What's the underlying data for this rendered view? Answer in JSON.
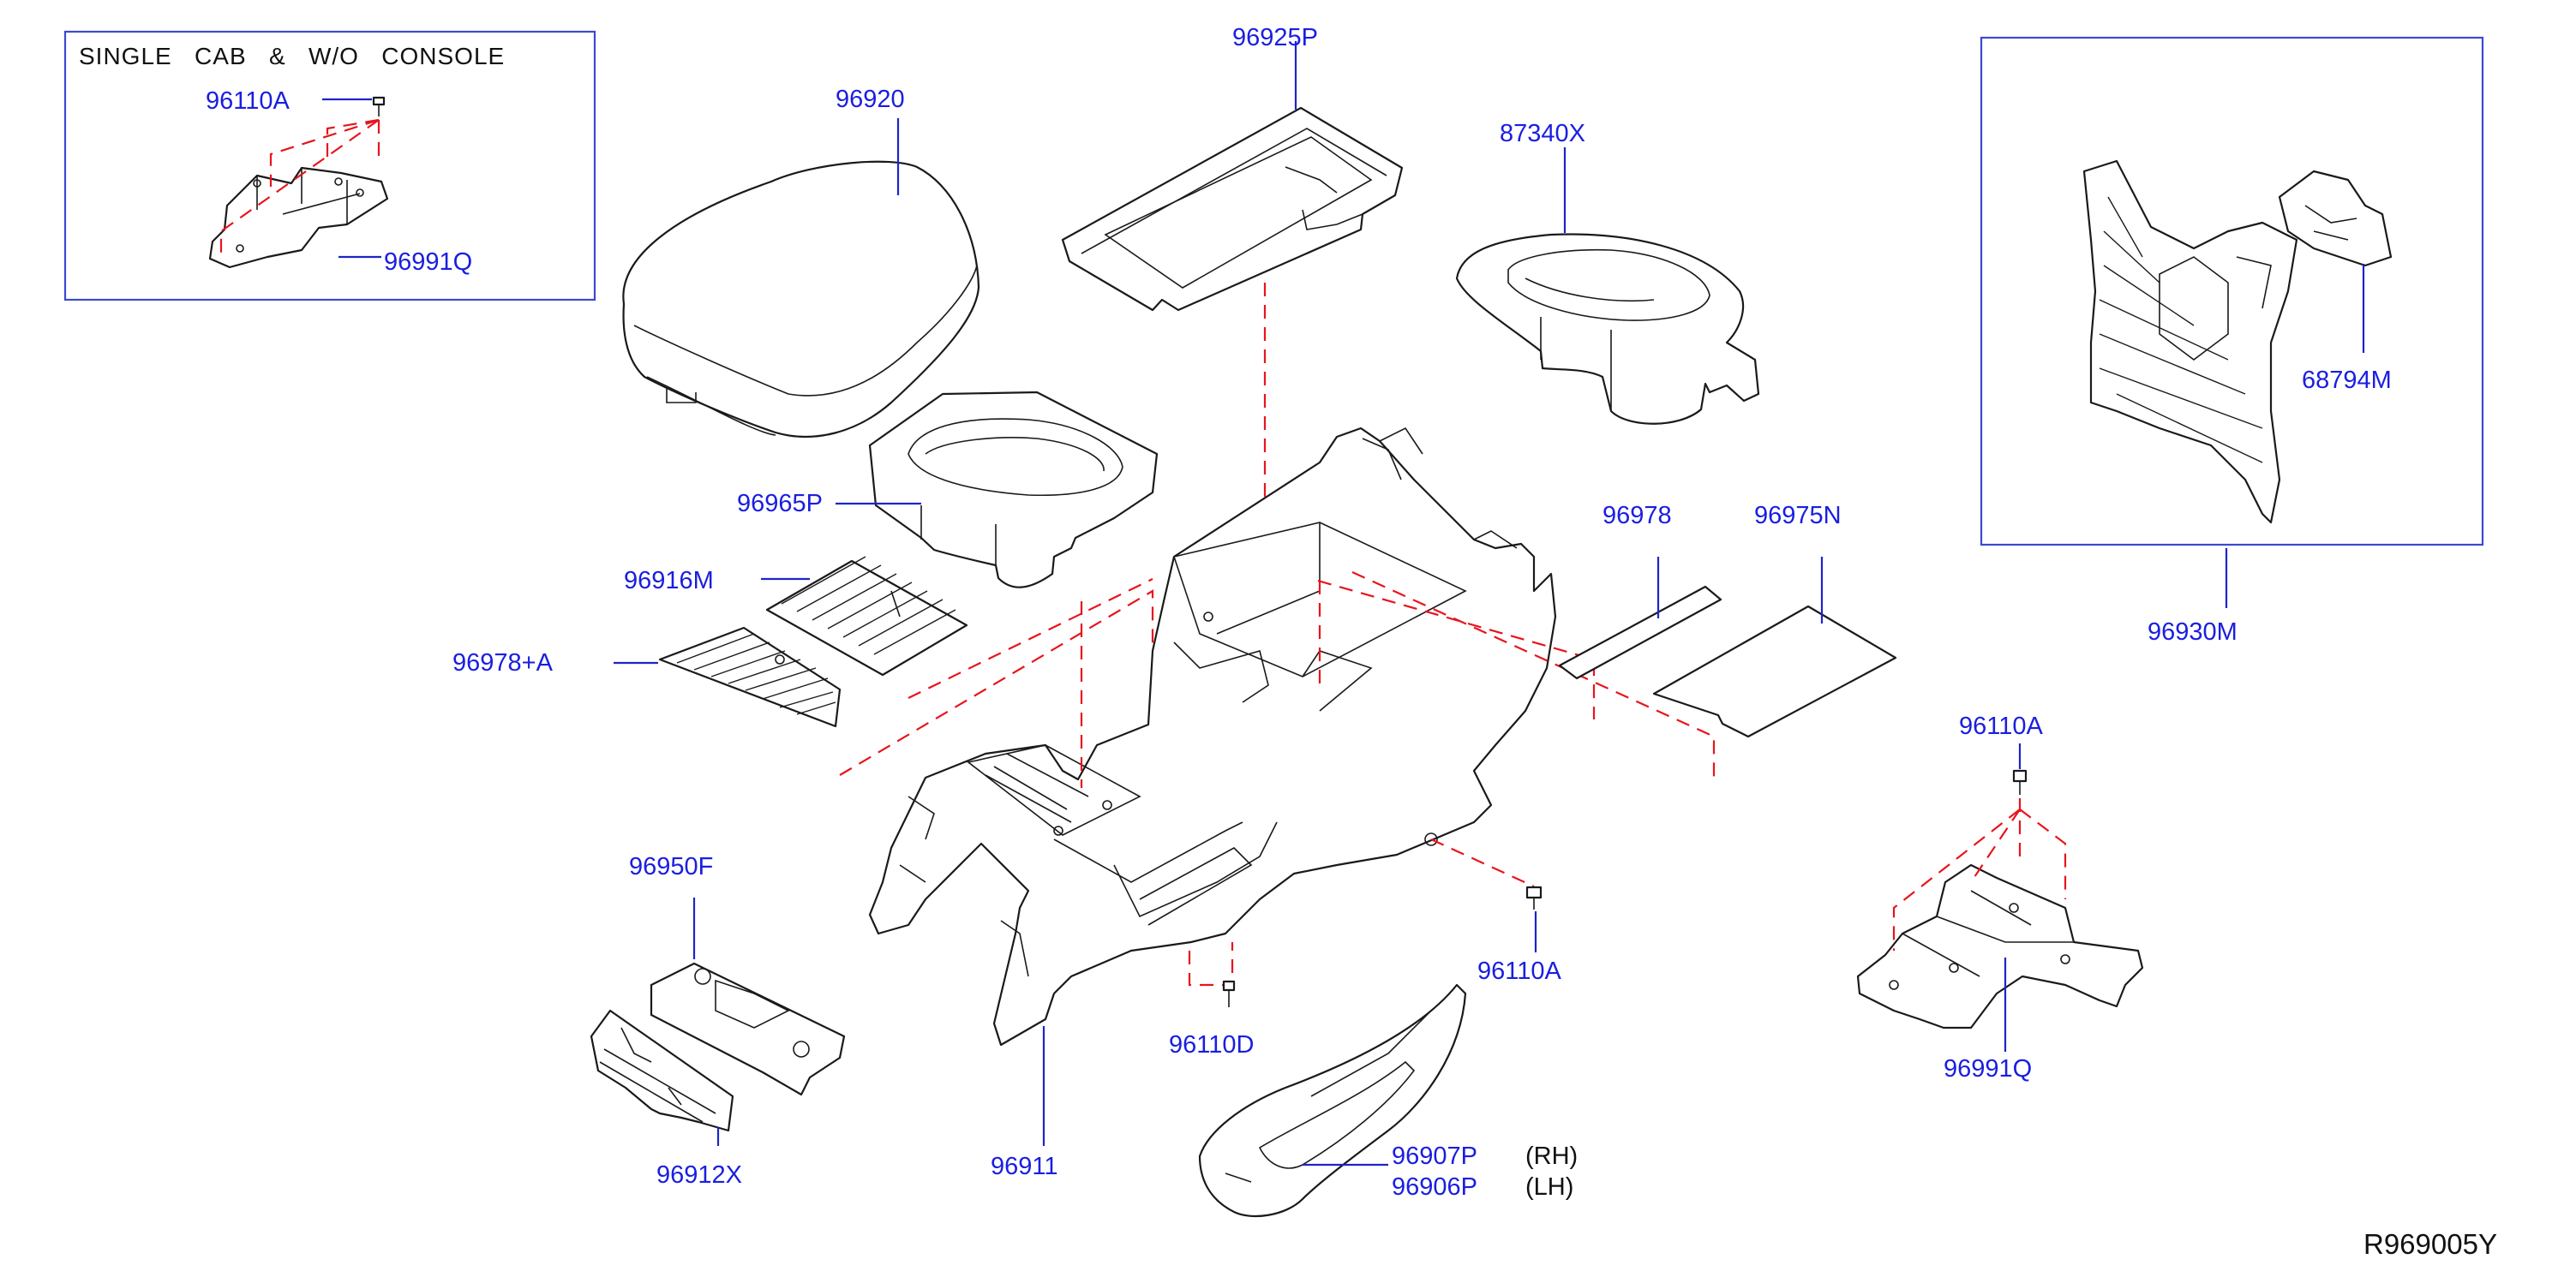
{
  "inset_single_cab": {
    "title": "SINGLE   CAB   &   W/O   CONSOLE",
    "labels": [
      "96110A",
      "96991Q"
    ]
  },
  "parts": {
    "p96920": "96920",
    "p96925P": "96925P",
    "p87340X": "87340X",
    "p96965P": "96965P",
    "p96916M": "96916M",
    "p96978A": "96978+A",
    "p96978": "96978",
    "p96975N": "96975N",
    "p96950F": "96950F",
    "p96912X": "96912X",
    "p96911": "96911",
    "p96110D": "96110D",
    "p96110A_mid": "96110A",
    "p96907P": "96907P",
    "p96907P_side": "(RH)",
    "p96906P": "96906P",
    "p96906P_side": "(LH)",
    "p96110A_right": "96110A",
    "p96991Q_right": "96991Q",
    "p96930M": "96930M",
    "p68794M": "68794M"
  },
  "reference_code": "R969005Y",
  "colors": {
    "label_blue": "#1a1ee0",
    "leader_blue": "#1d24c9",
    "dash_red": "#e8141c",
    "line_black": "#1a1a1a"
  }
}
